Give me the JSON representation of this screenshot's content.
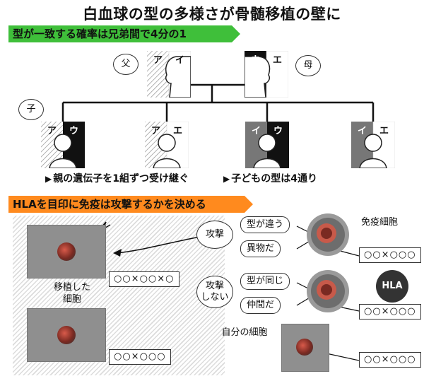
{
  "title": "白血球の型の多様さが骨髄移植の壁に",
  "banner1": "型が一致する確率は兄弟間で4分の1",
  "banner2": "HLAを目印に免疫は攻撃するかを決める",
  "colors": {
    "green": "#3fbf3a",
    "orange": "#ff8a1e",
    "dark": "#111111",
    "gray": "#8f8f8f"
  },
  "parents": [
    {
      "speech": "父",
      "left_gene": "ア",
      "right_gene": "イ"
    },
    {
      "speech": "母",
      "left_gene": "ウ",
      "right_gene": "エ"
    }
  ],
  "children_speech": "子",
  "children": [
    {
      "left_gene": "ア",
      "right_gene": "ウ"
    },
    {
      "left_gene": "ア",
      "right_gene": "エ"
    },
    {
      "left_gene": "イ",
      "right_gene": "ウ"
    },
    {
      "left_gene": "イ",
      "right_gene": "エ"
    }
  ],
  "notes": {
    "inherit": "親の遺伝子を1組ずつ受け継ぐ",
    "four_types": "子どもの型は4通り"
  },
  "immune": {
    "attack": "攻撃",
    "type_differs": "型が違う",
    "foreign": "異物だ",
    "immune_cell": "免疫細胞",
    "no_attack_line1": "攻撃",
    "no_attack_line2": "しない",
    "type_same": "型が同じ",
    "friend": "仲間だ",
    "hla": "HLA",
    "transplant_line1": "移植した",
    "transplant_line2": "細胞",
    "own_cell": "自分の細胞",
    "code_transplant_top": "○○×○○×○",
    "code_transplant_bottom": "○○×○○○",
    "code_immune_top": "○○×○○○",
    "code_immune_bottom": "○○×○○○",
    "code_own": "○○×○○○"
  }
}
